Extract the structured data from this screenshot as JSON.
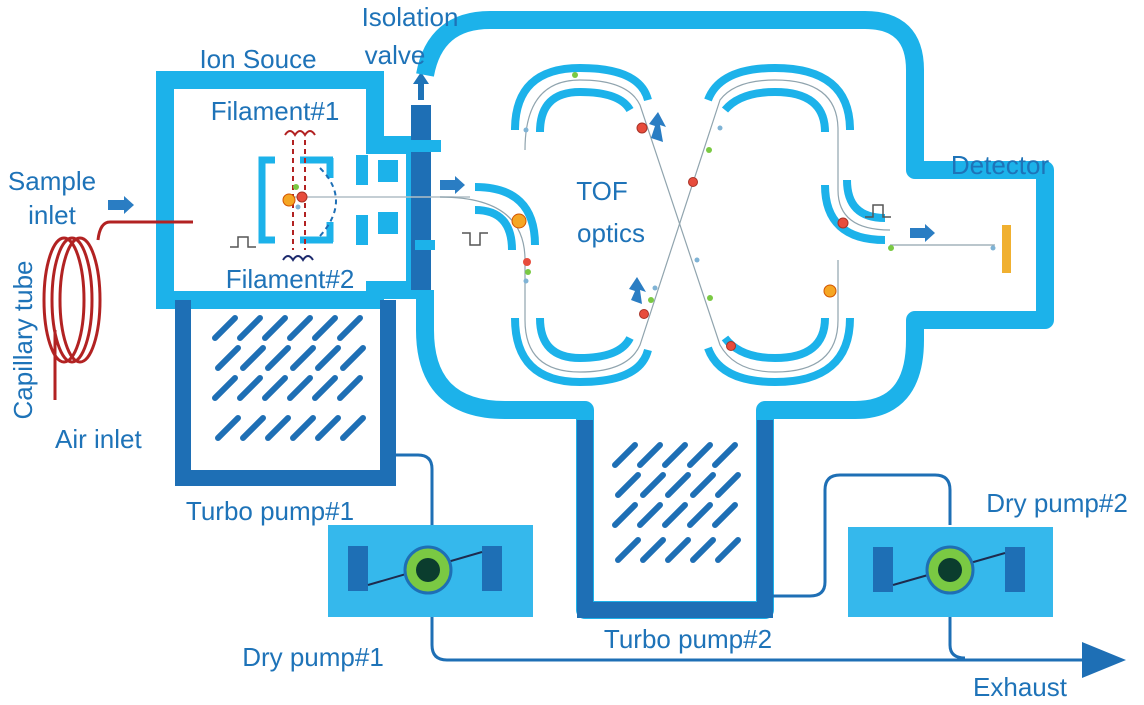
{
  "labels": {
    "isolation_valve_line1": "Isolation",
    "isolation_valve_line2": "valve",
    "ion_source": "Ion Souce",
    "filament1": "Filament#1",
    "filament2": "Filament#2",
    "sample_inlet_line1": "Sample",
    "sample_inlet_line2": "inlet",
    "capillary_tube": "Capillary tube",
    "air_inlet": "Air inlet",
    "tof_line1": "TOF",
    "tof_line2": "optics",
    "detector": "Detector",
    "turbo_pump1": "Turbo pump#1",
    "turbo_pump2": "Turbo pump#2",
    "dry_pump1": "Dry pump#1",
    "dry_pump2": "Dry pump#2",
    "exhaust": "Exhaust"
  },
  "colors": {
    "chamber_wall": "#1cb2ea",
    "pump_wall": "#1e6fb5",
    "light_fill": "#35b8ec",
    "text_blue": "#1e73b8",
    "capillary_red": "#b22222",
    "detector_plate": "#f0b030",
    "rotor_green": "#7ac943",
    "ion_orange": "#f5a623",
    "ion_red": "#e74c3c"
  }
}
